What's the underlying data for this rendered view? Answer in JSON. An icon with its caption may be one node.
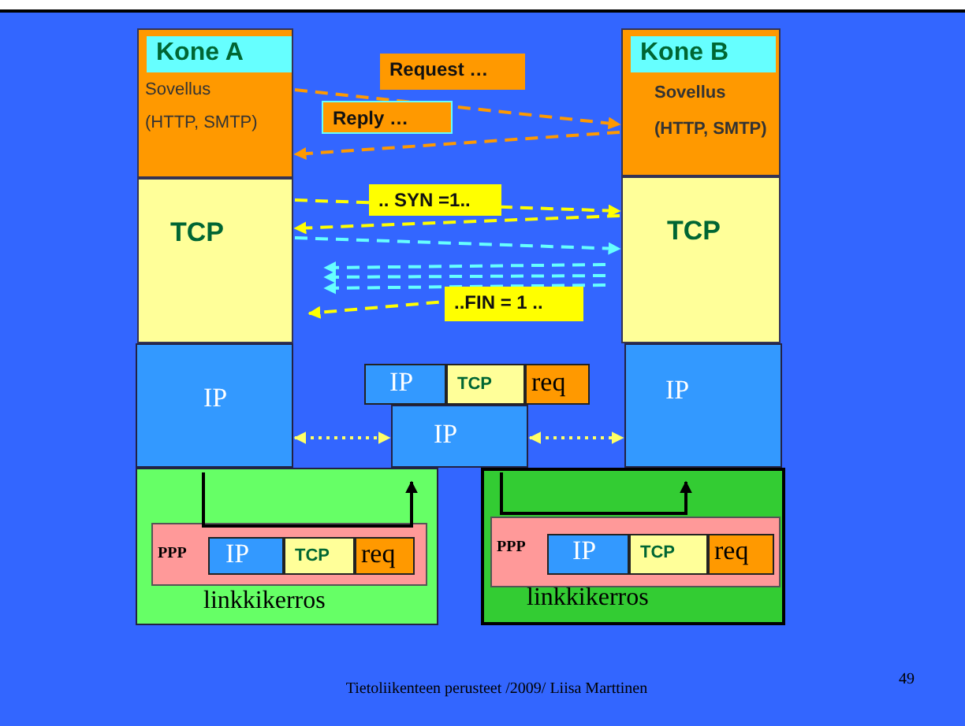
{
  "diagram": {
    "nodes": [
      {
        "text": [
          "Kone A",
          "Sovellus",
          "(HTTP, SMTP)"
        ]
      },
      {
        "text": [
          "TCP"
        ]
      },
      {
        "text": [
          "IP"
        ]
      },
      {
        "text": [
          "linkkikerros"
        ]
      },
      {
        "text": [
          "PPP"
        ],
        "in": 3
      },
      {
        "text": [
          "IP"
        ],
        "in": 4
      },
      {
        "text": [
          "TCP"
        ],
        "in": 4
      },
      {
        "text": [
          "req"
        ],
        "in": 4
      },
      {
        "text": [
          "Kone B",
          "Sovellus",
          "(HTTP, SMTP)"
        ]
      },
      {
        "text": [
          "TCP"
        ]
      },
      {
        "text": [
          "IP"
        ]
      },
      {
        "text": [
          "IP"
        ]
      },
      {
        "text": [
          "IP"
        ]
      },
      {
        "text": [
          "TCP"
        ]
      },
      {
        "text": [
          "req"
        ]
      },
      {
        "text": [
          "linkkikerros"
        ]
      },
      {
        "text": [
          "PPP"
        ],
        "in": 15
      },
      {
        "text": [
          "IP"
        ],
        "in": 16
      },
      {
        "text": [
          "TCP"
        ],
        "in": 16
      },
      {
        "text": [
          "req"
        ],
        "in": 16
      }
    ],
    "edges": [
      {
        "from": 0,
        "to": 8,
        "arrow": "to",
        "label": "Request …",
        "style": "dashed",
        "color": "#ff9900"
      },
      {
        "from": 8,
        "to": 0,
        "arrow": "to",
        "label": "Reply …",
        "style": "dashed",
        "color": "#ff9900"
      },
      {
        "from": 1,
        "to": 9,
        "arrow": "to",
        "label": ".. SYN =1..",
        "style": "dashed",
        "color": "#ffff00"
      },
      {
        "from": 9,
        "to": 1,
        "arrow": "to",
        "style": "dashed",
        "color": "#ffff00"
      },
      {
        "from": 1,
        "to": 9,
        "arrow": "to",
        "style": "dashed",
        "color": "#66ffff"
      },
      {
        "from": 9,
        "to": 1,
        "arrow": "to",
        "style": "dashed",
        "color": "#66ffff"
      },
      {
        "from": 9,
        "to": 1,
        "arrow": "to",
        "style": "dashed",
        "color": "#66ffff"
      },
      {
        "from": 9,
        "to": 1,
        "arrow": "to",
        "style": "dashed",
        "color": "#66ffff"
      },
      {
        "from": 9,
        "to": 1,
        "arrow": "to",
        "label": "..FIN = 1 ..",
        "style": "dashed",
        "color": "#ffff00"
      },
      {
        "from": 2,
        "to": 11,
        "arrow": "both",
        "style": "dashed",
        "color": "#ffff66"
      },
      {
        "from": 11,
        "to": 10,
        "arrow": "both",
        "style": "dashed",
        "color": "#ffff66"
      },
      {
        "from": 2,
        "to": 11,
        "arrow": "to",
        "color": "#000000"
      },
      {
        "from": 11,
        "to": 10,
        "arrow": "to",
        "color": "#000000"
      }
    ],
    "labels": [
      "Tietoliikenteen perusteet /2009/  Liisa Marttinen",
      "49"
    ]
  }
}
